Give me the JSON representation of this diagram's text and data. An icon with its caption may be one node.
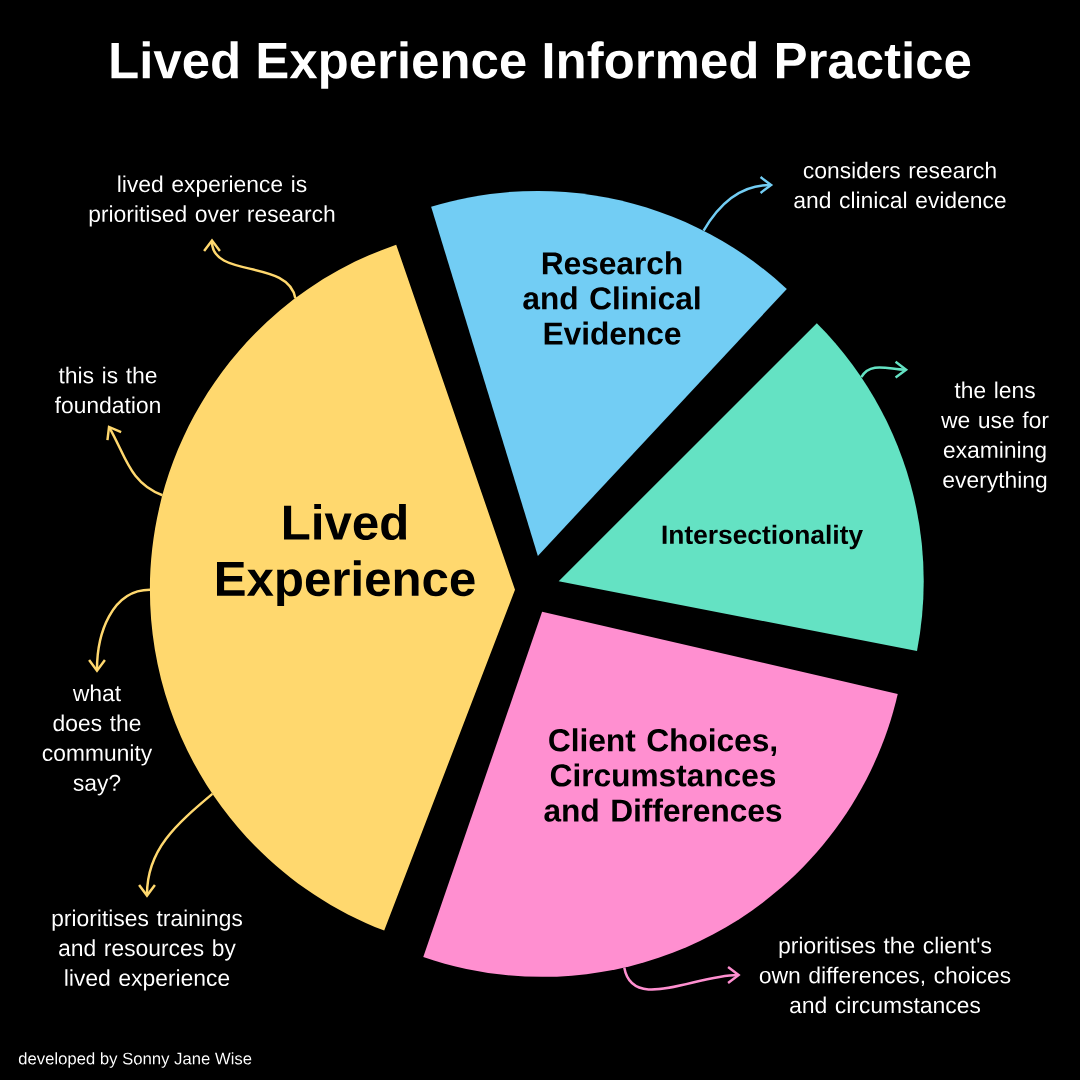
{
  "diagram": {
    "title": "Lived Experience Informed Practice",
    "nodes": [
      {
        "text": [
          "Lived Experience"
        ]
      },
      {
        "text": [
          "Research and Clinical Evidence"
        ]
      },
      {
        "text": [
          "Intersectionality"
        ]
      },
      {
        "text": [
          "Client Choices, Circumstances and Differences"
        ]
      },
      {
        "text": [
          "lived experience is prioritised over research"
        ]
      },
      {
        "text": [
          "considers research and clinical evidence"
        ]
      },
      {
        "text": [
          "this is the foundation"
        ]
      },
      {
        "text": [
          "the lens we use for examining everything"
        ]
      },
      {
        "text": [
          "what does the community say?"
        ]
      },
      {
        "text": [
          "prioritises trainings and resources by lived experience"
        ]
      },
      {
        "text": [
          "prioritises the client's own differences, choices and circumstances"
        ]
      }
    ],
    "edges": [
      {
        "from": 0,
        "to": 4,
        "arrow": "to",
        "color": "#ffd86e"
      },
      {
        "from": 1,
        "to": 5,
        "arrow": "to",
        "color": "#72cdf4"
      },
      {
        "from": 0,
        "to": 6,
        "arrow": "to",
        "color": "#ffd86e"
      },
      {
        "from": 2,
        "to": 7,
        "arrow": "to",
        "color": "#64e2c3"
      },
      {
        "from": 0,
        "to": 8,
        "arrow": "to",
        "color": "#ffd86e"
      },
      {
        "from": 0,
        "to": 9,
        "arrow": "to",
        "color": "#ffd86e"
      },
      {
        "from": 3,
        "to": 10,
        "arrow": "to",
        "color": "#ff8fd0"
      }
    ],
    "labels": [
      "developed by Sonny Jane Wise"
    ]
  }
}
